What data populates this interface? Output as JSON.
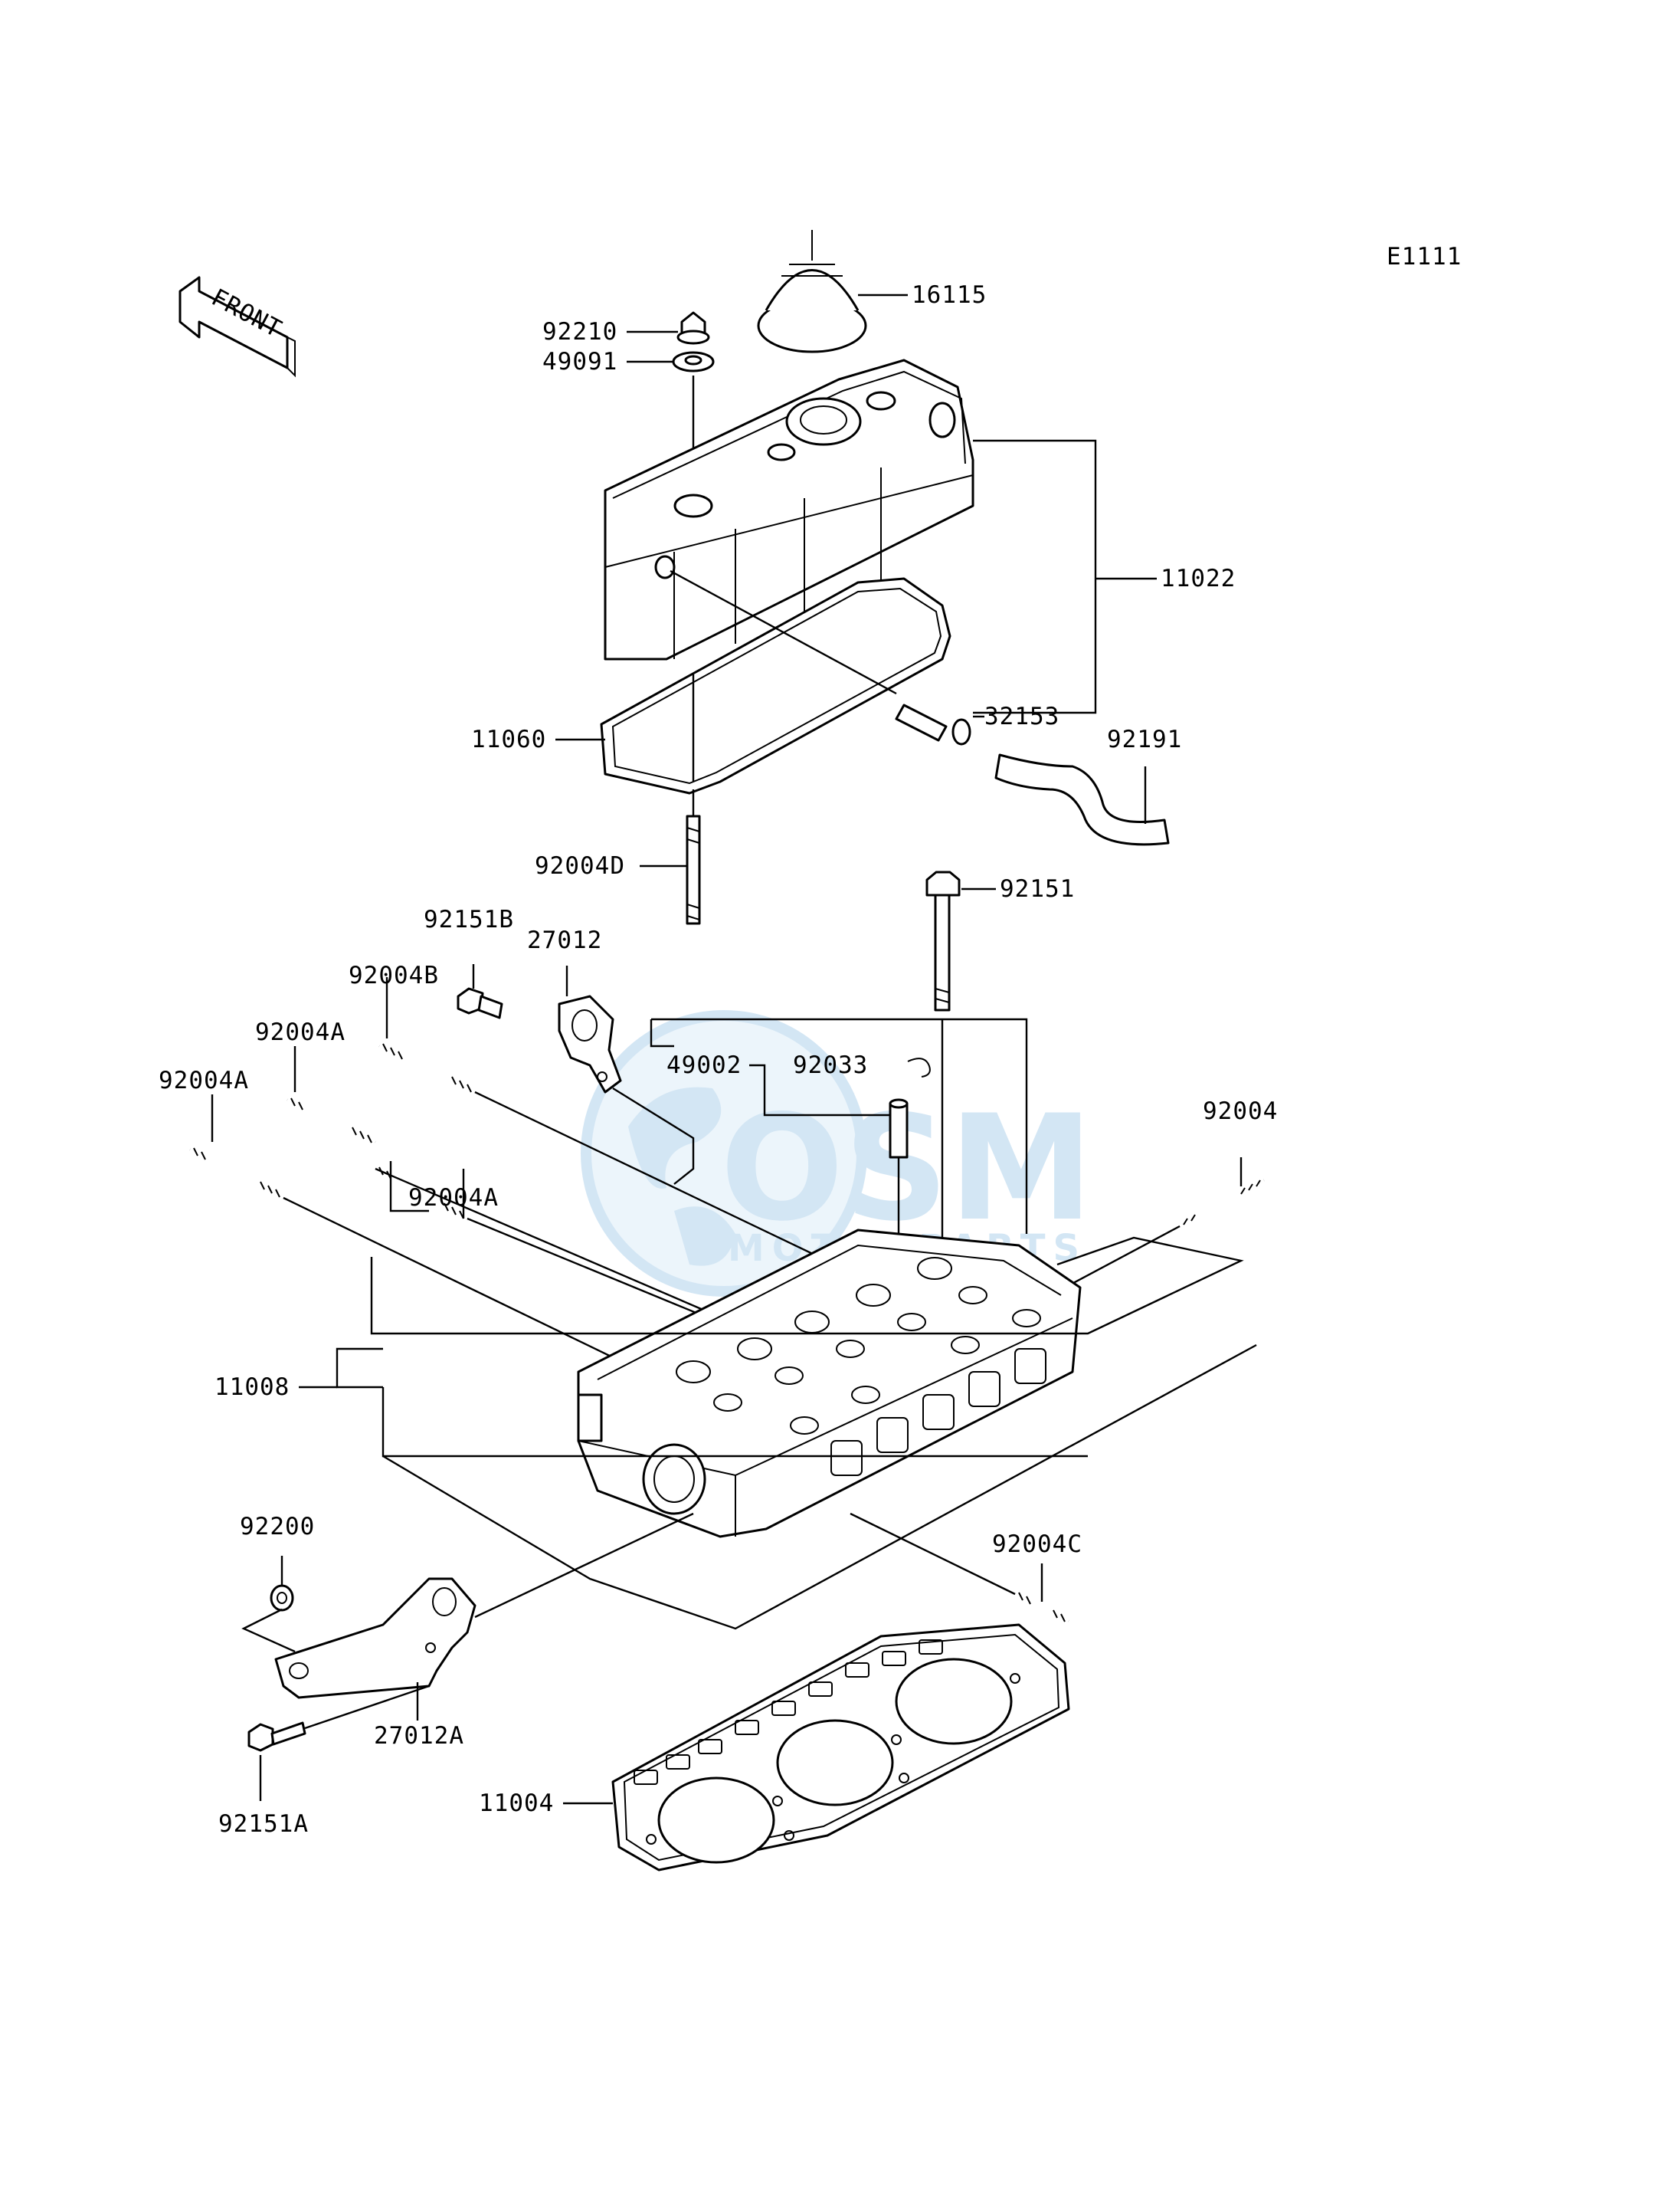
{
  "diagram_code": "E1111",
  "front_indicator": "FRONT",
  "watermark": {
    "brand": "OSM",
    "sub": "MOTORPARTS",
    "color": "#9ec8e8"
  },
  "callouts": {
    "p16115": "16115",
    "p92210": "92210",
    "p49091": "49091",
    "p11022": "11022",
    "p32153": "32153",
    "p11060": "11060",
    "p92191": "92191",
    "p92004D": "92004D",
    "p92151": "92151",
    "p92151B": "92151B",
    "p27012": "27012",
    "p92004B": "92004B",
    "p92004A_1": "92004A",
    "p92004A_2": "92004A",
    "p49002": "49002",
    "p92033": "92033",
    "p92004A_3": "92004A",
    "p92004": "92004",
    "p11008": "11008",
    "p92200": "92200",
    "p92004C": "92004C",
    "p27012A": "27012A",
    "p92151A": "92151A",
    "p11004": "11004"
  }
}
